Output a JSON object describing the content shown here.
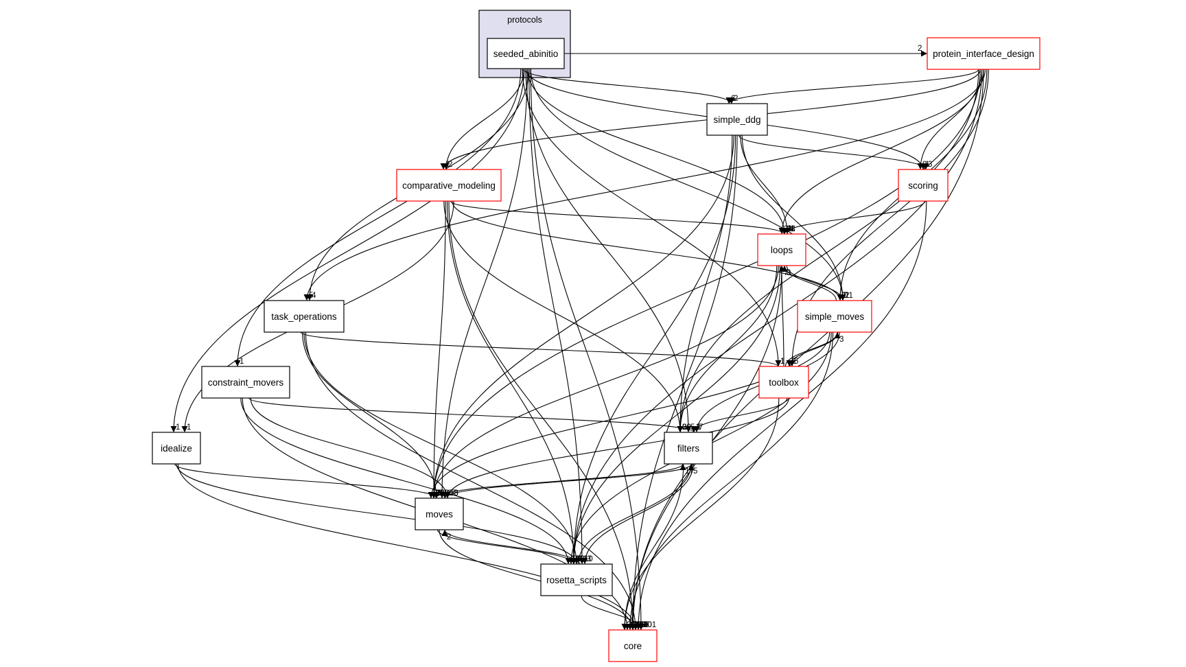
{
  "colors": {
    "background": "#ffffff",
    "cluster_fill": "#dfdff0",
    "cluster_stroke": "#000000",
    "focus_fill": "#e8e8f4",
    "plain_border": "#000000",
    "incomplete_border": "#ff0000",
    "edge": "#000000"
  },
  "cluster": {
    "label": "protocols"
  },
  "nodes": {
    "seeded_abinitio": {
      "label": "seeded_abinitio",
      "style": "focus"
    },
    "protein_interface_design": {
      "label": "protein_interface_design",
      "style": "red"
    },
    "simple_ddg": {
      "label": "simple_ddg",
      "style": "black"
    },
    "comparative_modeling": {
      "label": "comparative_modeling",
      "style": "red"
    },
    "scoring": {
      "label": "scoring",
      "style": "red"
    },
    "loops": {
      "label": "loops",
      "style": "red"
    },
    "task_operations": {
      "label": "task_operations",
      "style": "black"
    },
    "simple_moves": {
      "label": "simple_moves",
      "style": "red"
    },
    "constraint_movers": {
      "label": "constraint_movers",
      "style": "black"
    },
    "toolbox": {
      "label": "toolbox",
      "style": "red"
    },
    "idealize": {
      "label": "idealize",
      "style": "black"
    },
    "filters": {
      "label": "filters",
      "style": "black"
    },
    "moves": {
      "label": "moves",
      "style": "black"
    },
    "rosetta_scripts": {
      "label": "rosetta_scripts",
      "style": "black"
    },
    "core": {
      "label": "core",
      "style": "red"
    }
  },
  "edges": [
    {
      "from": "seeded_abinitio",
      "to": "protein_interface_design",
      "label": "2"
    },
    {
      "from": "seeded_abinitio",
      "to": "simple_ddg",
      "label": "2"
    },
    {
      "from": "seeded_abinitio",
      "to": "comparative_modeling",
      "label": "2"
    },
    {
      "from": "seeded_abinitio",
      "to": "scoring",
      "label": "1"
    },
    {
      "from": "seeded_abinitio",
      "to": "loops",
      "label": "41"
    },
    {
      "from": "seeded_abinitio",
      "to": "task_operations",
      "label": "4"
    },
    {
      "from": "seeded_abinitio",
      "to": "simple_moves",
      "label": "2"
    },
    {
      "from": "seeded_abinitio",
      "to": "constraint_movers",
      "label": "1"
    },
    {
      "from": "seeded_abinitio",
      "to": "toolbox",
      "label": "1"
    },
    {
      "from": "seeded_abinitio",
      "to": "idealize",
      "label": "1"
    },
    {
      "from": "seeded_abinitio",
      "to": "filters",
      "label": "5"
    },
    {
      "from": "seeded_abinitio",
      "to": "moves",
      "label": "8"
    },
    {
      "from": "seeded_abinitio",
      "to": "rosetta_scripts",
      "label": "10"
    },
    {
      "from": "seeded_abinitio",
      "to": "core",
      "label": "20"
    },
    {
      "from": "protein_interface_design",
      "to": "simple_ddg",
      "label": "6"
    },
    {
      "from": "protein_interface_design",
      "to": "comparative_modeling",
      "label": "2"
    },
    {
      "from": "protein_interface_design",
      "to": "scoring",
      "label": "9"
    },
    {
      "from": "protein_interface_design",
      "to": "loops",
      "label": "31"
    },
    {
      "from": "protein_interface_design",
      "to": "task_operations",
      "label": "5"
    },
    {
      "from": "protein_interface_design",
      "to": "simple_moves",
      "label": "7"
    },
    {
      "from": "protein_interface_design",
      "to": "toolbox",
      "label": "5"
    },
    {
      "from": "protein_interface_design",
      "to": "filters",
      "label": "80"
    },
    {
      "from": "protein_interface_design",
      "to": "moves",
      "label": "189"
    },
    {
      "from": "protein_interface_design",
      "to": "rosetta_scripts",
      "label": "48"
    },
    {
      "from": "protein_interface_design",
      "to": "core",
      "label": "452"
    },
    {
      "from": "simple_ddg",
      "to": "scoring",
      "label": "3"
    },
    {
      "from": "simple_ddg",
      "to": "loops",
      "label": "4"
    },
    {
      "from": "simple_ddg",
      "to": "simple_moves",
      "label": "2"
    },
    {
      "from": "simple_ddg",
      "to": "filters",
      "label": "20"
    },
    {
      "from": "simple_ddg",
      "to": "moves",
      "label": "9"
    },
    {
      "from": "simple_ddg",
      "to": "rosetta_scripts",
      "label": "5"
    },
    {
      "from": "simple_ddg",
      "to": "core",
      "label": "38"
    },
    {
      "from": "comparative_modeling",
      "to": "loops",
      "label": "28"
    },
    {
      "from": "comparative_modeling",
      "to": "simple_moves",
      "label": "1"
    },
    {
      "from": "comparative_modeling",
      "to": "idealize",
      "label": "1"
    },
    {
      "from": "comparative_modeling",
      "to": "filters",
      "label": "3"
    },
    {
      "from": "comparative_modeling",
      "to": "moves",
      "label": "15"
    },
    {
      "from": "comparative_modeling",
      "to": "rosetta_scripts",
      "label": "1"
    },
    {
      "from": "comparative_modeling",
      "to": "core",
      "label": "79"
    },
    {
      "from": "scoring",
      "to": "loops",
      "label": "3"
    },
    {
      "from": "scoring",
      "to": "core",
      "label": "55"
    },
    {
      "from": "loops",
      "to": "simple_moves",
      "label": "11"
    },
    {
      "from": "loops",
      "to": "filters",
      "label": "3"
    },
    {
      "from": "loops",
      "to": "moves",
      "label": "73"
    },
    {
      "from": "loops",
      "to": "rosetta_scripts",
      "label": "3"
    },
    {
      "from": "loops",
      "to": "core",
      "label": "254"
    },
    {
      "from": "simple_moves",
      "to": "loops",
      "label": "8"
    },
    {
      "from": "simple_moves",
      "to": "toolbox",
      "label": "2"
    },
    {
      "from": "simple_moves",
      "to": "filters",
      "label": "7"
    },
    {
      "from": "simple_moves",
      "to": "moves",
      "label": "25"
    },
    {
      "from": "simple_moves",
      "to": "rosetta_scripts",
      "label": "37"
    },
    {
      "from": "simple_moves",
      "to": "core",
      "label": "538"
    },
    {
      "from": "toolbox",
      "to": "loops",
      "label": "7"
    },
    {
      "from": "toolbox",
      "to": "simple_moves",
      "label": "3"
    },
    {
      "from": "toolbox",
      "to": "filters",
      "label": "1"
    },
    {
      "from": "toolbox",
      "to": "moves",
      "label": "53"
    },
    {
      "from": "toolbox",
      "to": "core",
      "label": "353"
    },
    {
      "from": "task_operations",
      "to": "toolbox",
      "label": "1"
    },
    {
      "from": "task_operations",
      "to": "moves",
      "label": "5"
    },
    {
      "from": "task_operations",
      "to": "rosetta_scripts",
      "label": "16"
    },
    {
      "from": "task_operations",
      "to": "core",
      "label": "1"
    },
    {
      "from": "constraint_movers",
      "to": "filters",
      "label": "3"
    },
    {
      "from": "constraint_movers",
      "to": "moves",
      "label": "18"
    },
    {
      "from": "constraint_movers",
      "to": "rosetta_scripts",
      "label": "2"
    },
    {
      "from": "constraint_movers",
      "to": "core",
      "label": "14"
    },
    {
      "from": "idealize",
      "to": "moves",
      "label": "9"
    },
    {
      "from": "idealize",
      "to": "rosetta_scripts",
      "label": "2"
    },
    {
      "from": "idealize",
      "to": "core",
      "label": "63"
    },
    {
      "from": "filters",
      "to": "moves",
      "label": "17"
    },
    {
      "from": "filters",
      "to": "rosetta_scripts",
      "label": "3"
    },
    {
      "from": "filters",
      "to": "core",
      "label": "26"
    },
    {
      "from": "moves",
      "to": "filters",
      "label": "17"
    },
    {
      "from": "moves",
      "to": "rosetta_scripts",
      "label": "39"
    },
    {
      "from": "moves",
      "to": "core",
      "label": "120"
    },
    {
      "from": "rosetta_scripts",
      "to": "filters",
      "label": "5"
    },
    {
      "from": "rosetta_scripts",
      "to": "moves",
      "label": "2"
    },
    {
      "from": "rosetta_scripts",
      "to": "core",
      "label": "101"
    }
  ]
}
